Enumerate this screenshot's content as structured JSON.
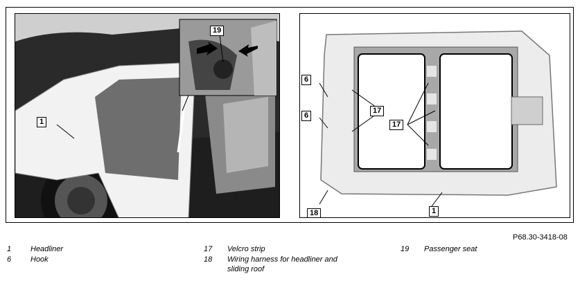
{
  "figure": {
    "left_labels": [
      "1",
      "19"
    ],
    "right_labels": [
      "6",
      "6",
      "17",
      "17",
      "18",
      "1"
    ],
    "reference": "P68.30-3418-08"
  },
  "legend": {
    "col1": [
      {
        "num": "1",
        "text": "Headliner"
      },
      {
        "num": "6",
        "text": "Hook"
      }
    ],
    "col2": [
      {
        "num": "17",
        "text": "Velcro strip"
      },
      {
        "num": "18",
        "text": "Wiring harness for headliner and",
        "text2": "sliding roof"
      }
    ],
    "col3": [
      {
        "num": "19",
        "text": "Passenger seat"
      }
    ]
  }
}
